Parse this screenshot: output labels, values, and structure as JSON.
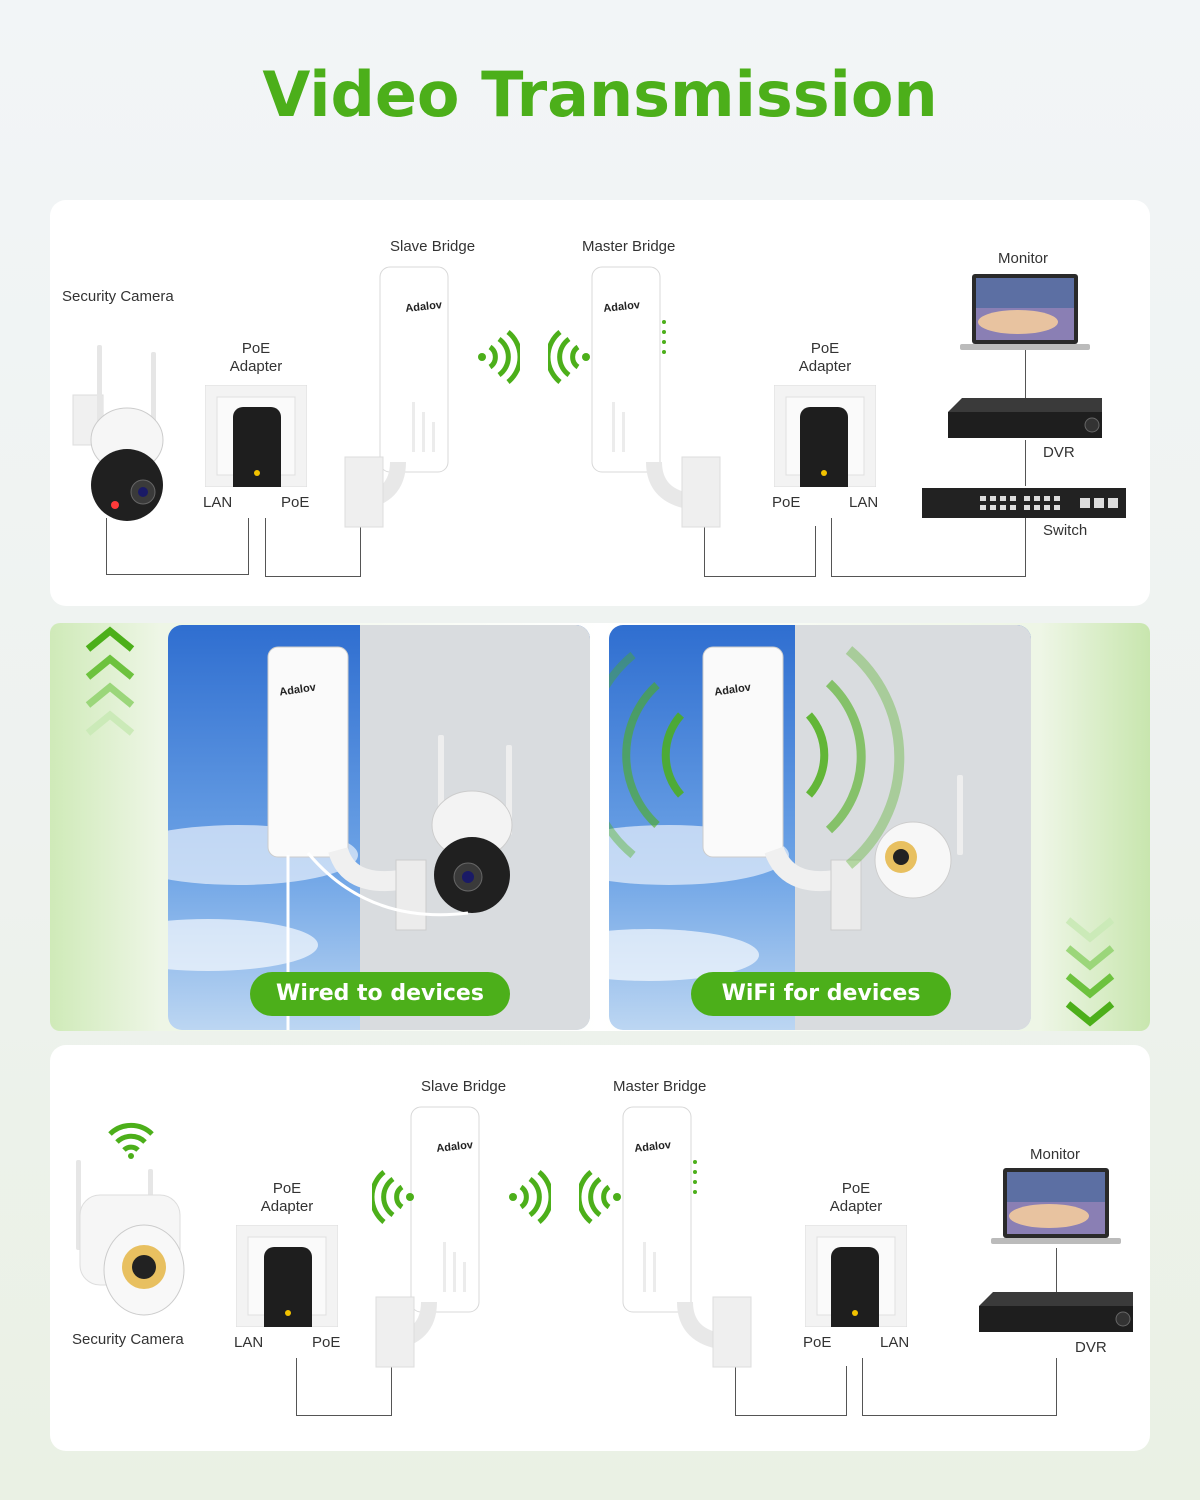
{
  "title": "Video Transmission",
  "brand": "Adalov",
  "colors": {
    "accent": "#4caf1a",
    "wire": "#555555"
  },
  "top_diagram": {
    "security_camera": "Security Camera",
    "poe_adapter_left": "PoE\nAdapter",
    "slave_bridge": "Slave Bridge",
    "master_bridge": "Master Bridge",
    "poe_adapter_right": "PoE\nAdapter",
    "monitor": "Monitor",
    "dvr": "DVR",
    "switch": "Switch",
    "left_lan": "LAN",
    "left_poe": "PoE",
    "right_poe": "PoE",
    "right_lan": "LAN"
  },
  "middle": {
    "wired_label": "Wired to devices",
    "wifi_label": "WiFi for devices",
    "up_arrows_icon": "chevrons-up-icon",
    "down_arrows_icon": "chevrons-down-icon"
  },
  "bottom_diagram": {
    "security_camera": "Security Camera",
    "poe_adapter_left": "PoE\nAdapter",
    "slave_bridge": "Slave Bridge",
    "master_bridge": "Master Bridge",
    "poe_adapter_right": "PoE\nAdapter",
    "monitor": "Monitor",
    "dvr": "DVR",
    "left_lan": "LAN",
    "left_poe": "PoE",
    "right_poe": "PoE",
    "right_lan": "LAN"
  }
}
